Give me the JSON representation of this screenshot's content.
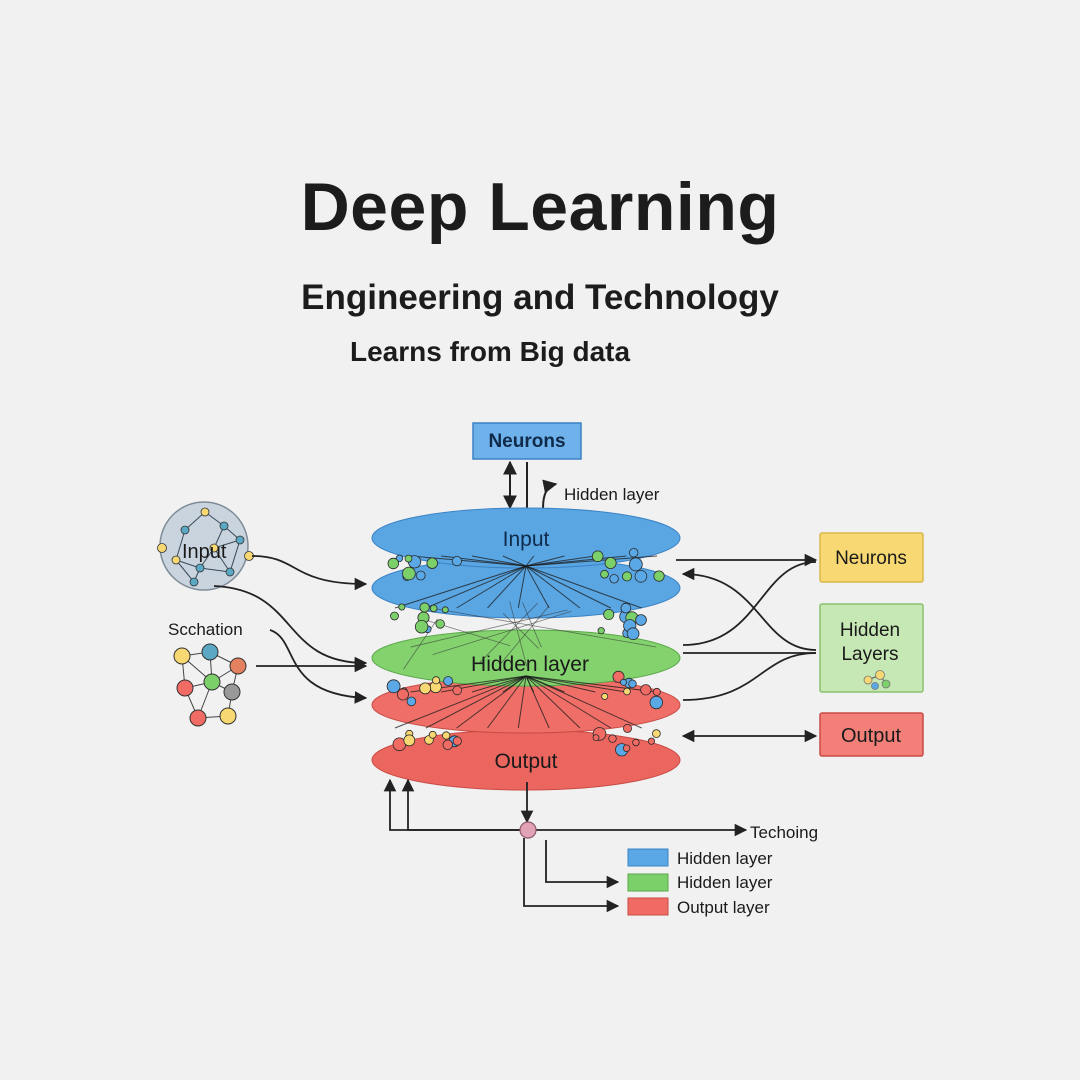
{
  "title": "Deep Learning",
  "subtitle": "Engineering and Technology",
  "tagline": "Learns from Big data",
  "diagram": {
    "top_box": "Neurons",
    "top_annotation": "Hidden layer",
    "left_input_label": "Input",
    "left_cluster_label": "Scchation",
    "layers": {
      "input": "Input",
      "hidden": "Hidden layer",
      "output": "Output"
    },
    "right_boxes": {
      "neurons": "Neurons",
      "hidden_line1": "Hidden",
      "hidden_line2": "Layers",
      "output": "Output"
    },
    "bottom_label": "Techoing",
    "legend": [
      {
        "label": "Hidden layer",
        "color": "#5aa8e6"
      },
      {
        "label": "Hidden layer",
        "color": "#7cd06a"
      },
      {
        "label": "Output layer",
        "color": "#ef6b63"
      }
    ]
  },
  "colors": {
    "blue": "#5aa8e6",
    "green": "#7cd06a",
    "red": "#ef6b63",
    "yellow": "#f7d872",
    "hidden_box": "#c6e8b4",
    "output_box": "#f28079"
  }
}
